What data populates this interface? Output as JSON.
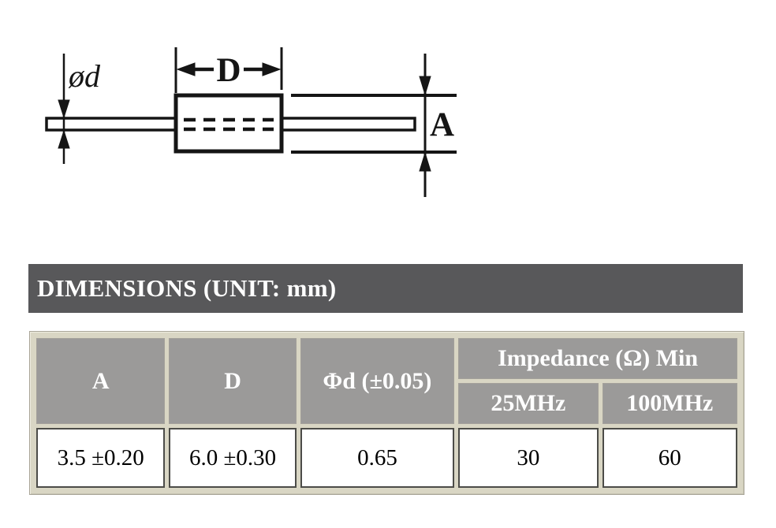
{
  "diagram": {
    "labels": {
      "lead_diameter": "ød",
      "body_length": "D",
      "body_diameter": "A"
    }
  },
  "section_header": {
    "title": "DIMENSIONS (UNIT: mm)"
  },
  "dimensions_table": {
    "header": {
      "col_a": "A",
      "col_d": "D",
      "col_phid": "Φd (±0.05)",
      "impedance_group": "Impedance (Ω) Min",
      "impedance_25mhz": "25MHz",
      "impedance_100mhz": "100MHz"
    },
    "rows": [
      {
        "a": "3.5 ±0.20",
        "d": "6.0 ±0.30",
        "phid": "0.65",
        "imp_25mhz": "30",
        "imp_100mhz": "60"
      }
    ],
    "colors": {
      "section_bar_bg": "#58585a",
      "header_cell_bg": "#9b9a99",
      "header_text": "#ffffff",
      "table_frame_bg": "#d9d6c4",
      "data_cell_border": "#4c4c48",
      "diagram_line": "#151515"
    }
  }
}
